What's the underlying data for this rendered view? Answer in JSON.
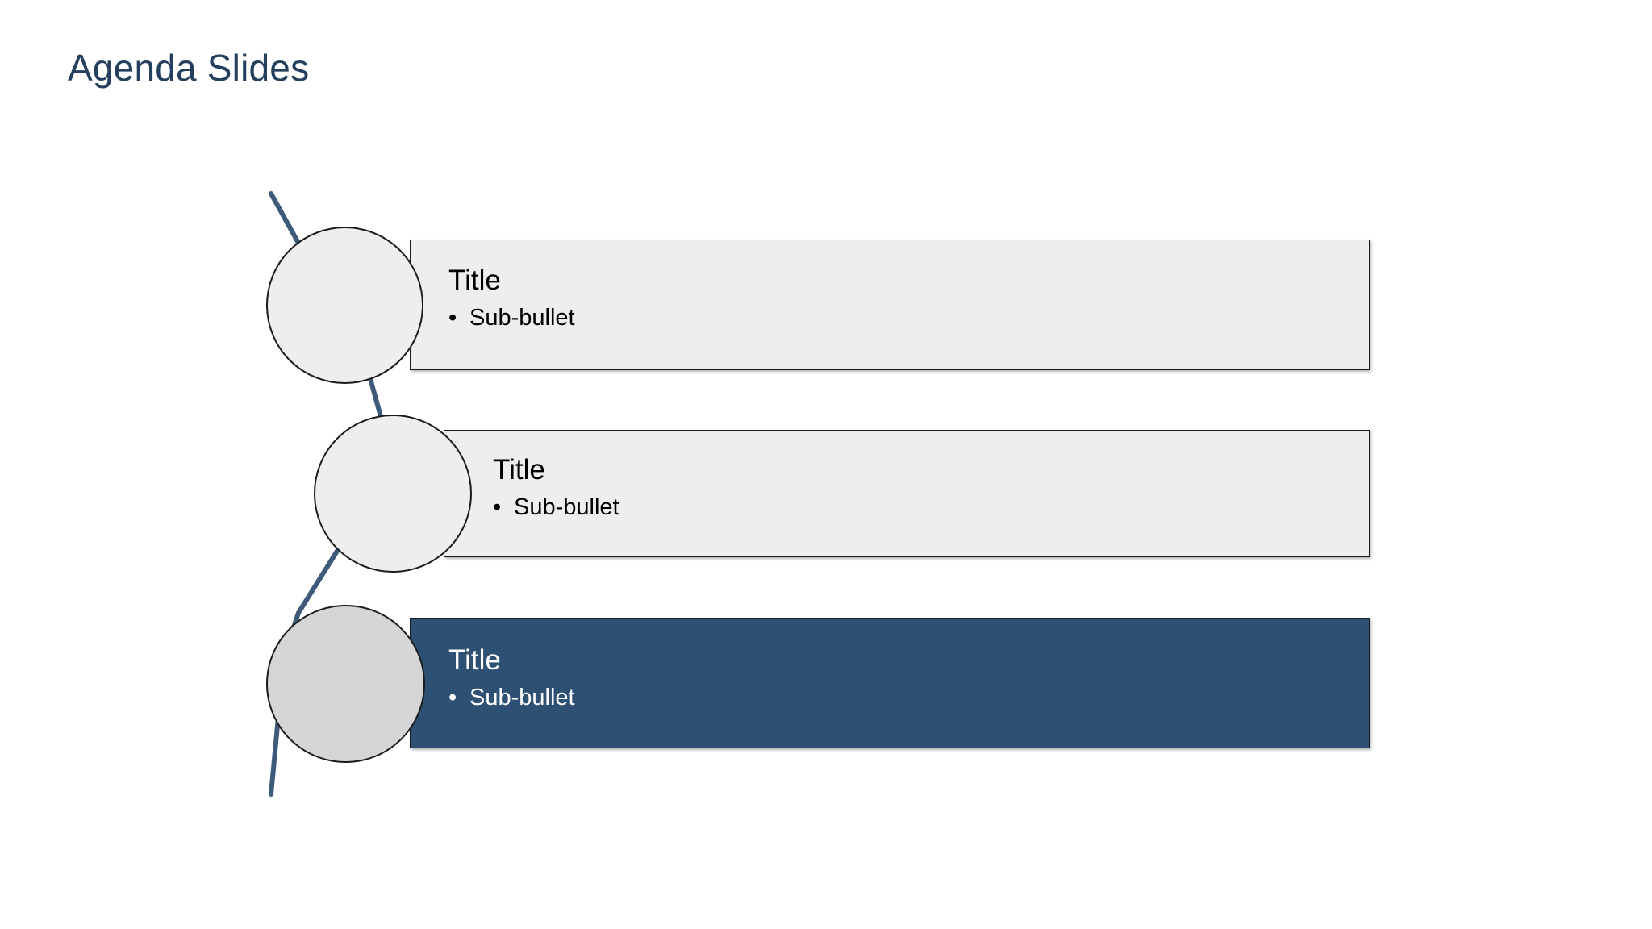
{
  "slide": {
    "title": "Agenda Slides",
    "title_color": "#25405e",
    "background_color": "#ffffff"
  },
  "theme": {
    "accent_color": "#2d5073",
    "light_fill": "#eeedef",
    "shaded_fill": "#d5d4d6",
    "outline_color": "#1b1b1b",
    "connector_color": "#3d5a7a",
    "text_on_accent": "#ffffff",
    "text_on_light": "#000000"
  },
  "rows": [
    {
      "title": "Title",
      "bullet_marker": "•",
      "sub_bullet": "Sub-bullet",
      "bar_fill": "#eeedef",
      "circle_fill": "#eeedef",
      "text_color": "#000000",
      "state": "default"
    },
    {
      "title": "Title",
      "bullet_marker": "•",
      "sub_bullet": "Sub-bullet",
      "bar_fill": "#eeedef",
      "circle_fill": "#eeedef",
      "text_color": "#000000",
      "state": "default"
    },
    {
      "title": "Title",
      "bullet_marker": "•",
      "sub_bullet": "Sub-bullet",
      "bar_fill": "#2d5073",
      "circle_fill": "#d5d4d6",
      "text_color": "#ffffff",
      "state": "highlighted"
    }
  ]
}
